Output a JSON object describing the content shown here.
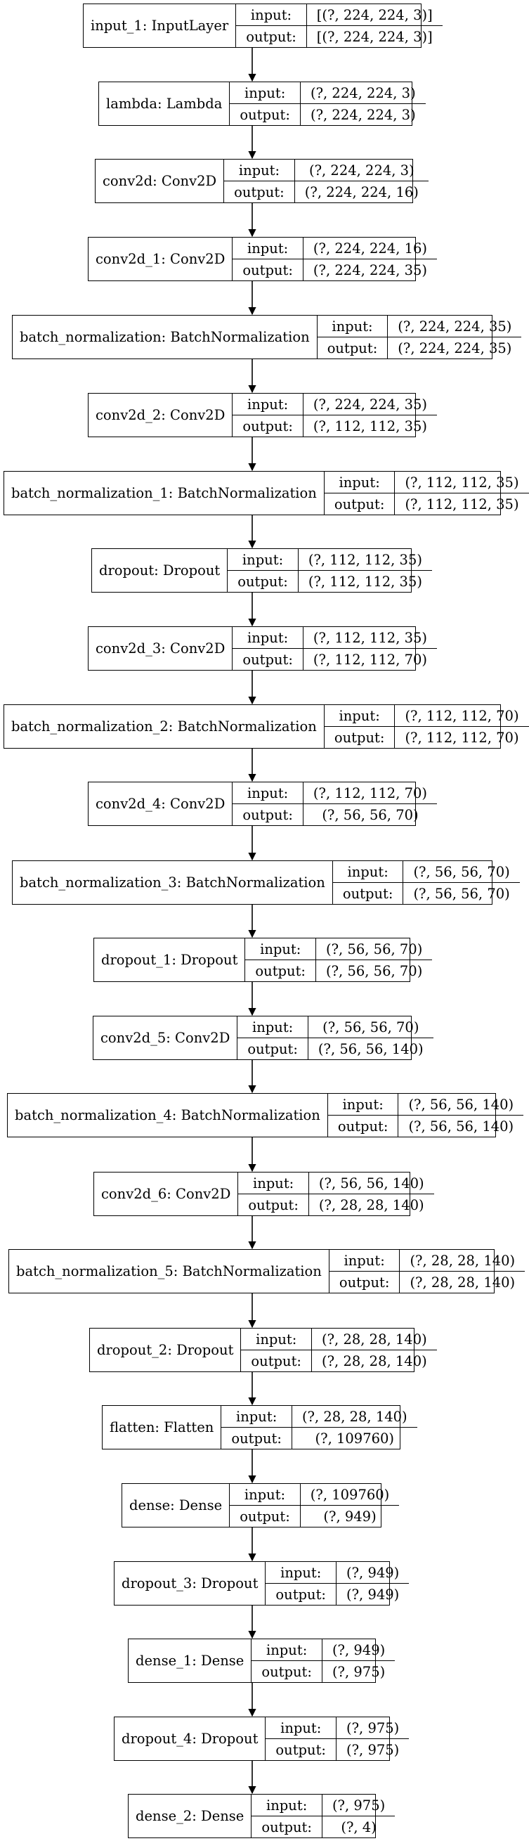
{
  "layers": [
    {
      "name": "input_1: InputLayer",
      "input_label": "input:",
      "output_label": "output:",
      "input": "[(?, 224, 224, 3)]",
      "output": "[(?, 224, 224, 3)]"
    },
    {
      "name": "lambda: Lambda",
      "input_label": "input:",
      "output_label": "output:",
      "input": "(?, 224, 224, 3)",
      "output": "(?, 224, 224, 3)"
    },
    {
      "name": "conv2d: Conv2D",
      "input_label": "input:",
      "output_label": "output:",
      "input": "(?, 224, 224, 3)",
      "output": "(?, 224, 224, 16)"
    },
    {
      "name": "conv2d_1: Conv2D",
      "input_label": "input:",
      "output_label": "output:",
      "input": "(?, 224, 224, 16)",
      "output": "(?, 224, 224, 35)"
    },
    {
      "name": "batch_normalization: BatchNormalization",
      "input_label": "input:",
      "output_label": "output:",
      "input": "(?, 224, 224, 35)",
      "output": "(?, 224, 224, 35)"
    },
    {
      "name": "conv2d_2: Conv2D",
      "input_label": "input:",
      "output_label": "output:",
      "input": "(?, 224, 224, 35)",
      "output": "(?, 112, 112, 35)"
    },
    {
      "name": "batch_normalization_1: BatchNormalization",
      "input_label": "input:",
      "output_label": "output:",
      "input": "(?, 112, 112, 35)",
      "output": "(?, 112, 112, 35)"
    },
    {
      "name": "dropout: Dropout",
      "input_label": "input:",
      "output_label": "output:",
      "input": "(?, 112, 112, 35)",
      "output": "(?, 112, 112, 35)"
    },
    {
      "name": "conv2d_3: Conv2D",
      "input_label": "input:",
      "output_label": "output:",
      "input": "(?, 112, 112, 35)",
      "output": "(?, 112, 112, 70)"
    },
    {
      "name": "batch_normalization_2: BatchNormalization",
      "input_label": "input:",
      "output_label": "output:",
      "input": "(?, 112, 112, 70)",
      "output": "(?, 112, 112, 70)"
    },
    {
      "name": "conv2d_4: Conv2D",
      "input_label": "input:",
      "output_label": "output:",
      "input": "(?, 112, 112, 70)",
      "output": "(?, 56, 56, 70)"
    },
    {
      "name": "batch_normalization_3: BatchNormalization",
      "input_label": "input:",
      "output_label": "output:",
      "input": "(?, 56, 56, 70)",
      "output": "(?, 56, 56, 70)"
    },
    {
      "name": "dropout_1: Dropout",
      "input_label": "input:",
      "output_label": "output:",
      "input": "(?, 56, 56, 70)",
      "output": "(?, 56, 56, 70)"
    },
    {
      "name": "conv2d_5: Conv2D",
      "input_label": "input:",
      "output_label": "output:",
      "input": "(?, 56, 56, 70)",
      "output": "(?, 56, 56, 140)"
    },
    {
      "name": "batch_normalization_4: BatchNormalization",
      "input_label": "input:",
      "output_label": "output:",
      "input": "(?, 56, 56, 140)",
      "output": "(?, 56, 56, 140)"
    },
    {
      "name": "conv2d_6: Conv2D",
      "input_label": "input:",
      "output_label": "output:",
      "input": "(?, 56, 56, 140)",
      "output": "(?, 28, 28, 140)"
    },
    {
      "name": "batch_normalization_5: BatchNormalization",
      "input_label": "input:",
      "output_label": "output:",
      "input": "(?, 28, 28, 140)",
      "output": "(?, 28, 28, 140)"
    },
    {
      "name": "dropout_2: Dropout",
      "input_label": "input:",
      "output_label": "output:",
      "input": "(?, 28, 28, 140)",
      "output": "(?, 28, 28, 140)"
    },
    {
      "name": "flatten: Flatten",
      "input_label": "input:",
      "output_label": "output:",
      "input": "(?, 28, 28, 140)",
      "output": "(?, 109760)"
    },
    {
      "name": "dense: Dense",
      "input_label": "input:",
      "output_label": "output:",
      "input": "(?, 109760)",
      "output": "(?, 949)"
    },
    {
      "name": "dropout_3: Dropout",
      "input_label": "input:",
      "output_label": "output:",
      "input": "(?, 949)",
      "output": "(?, 949)"
    },
    {
      "name": "dense_1: Dense",
      "input_label": "input:",
      "output_label": "output:",
      "input": "(?, 949)",
      "output": "(?, 975)"
    },
    {
      "name": "dropout_4: Dropout",
      "input_label": "input:",
      "output_label": "output:",
      "input": "(?, 975)",
      "output": "(?, 975)"
    },
    {
      "name": "dense_2: Dense",
      "input_label": "input:",
      "output_label": "output:",
      "input": "(?, 975)",
      "output": "(?, 4)"
    }
  ]
}
